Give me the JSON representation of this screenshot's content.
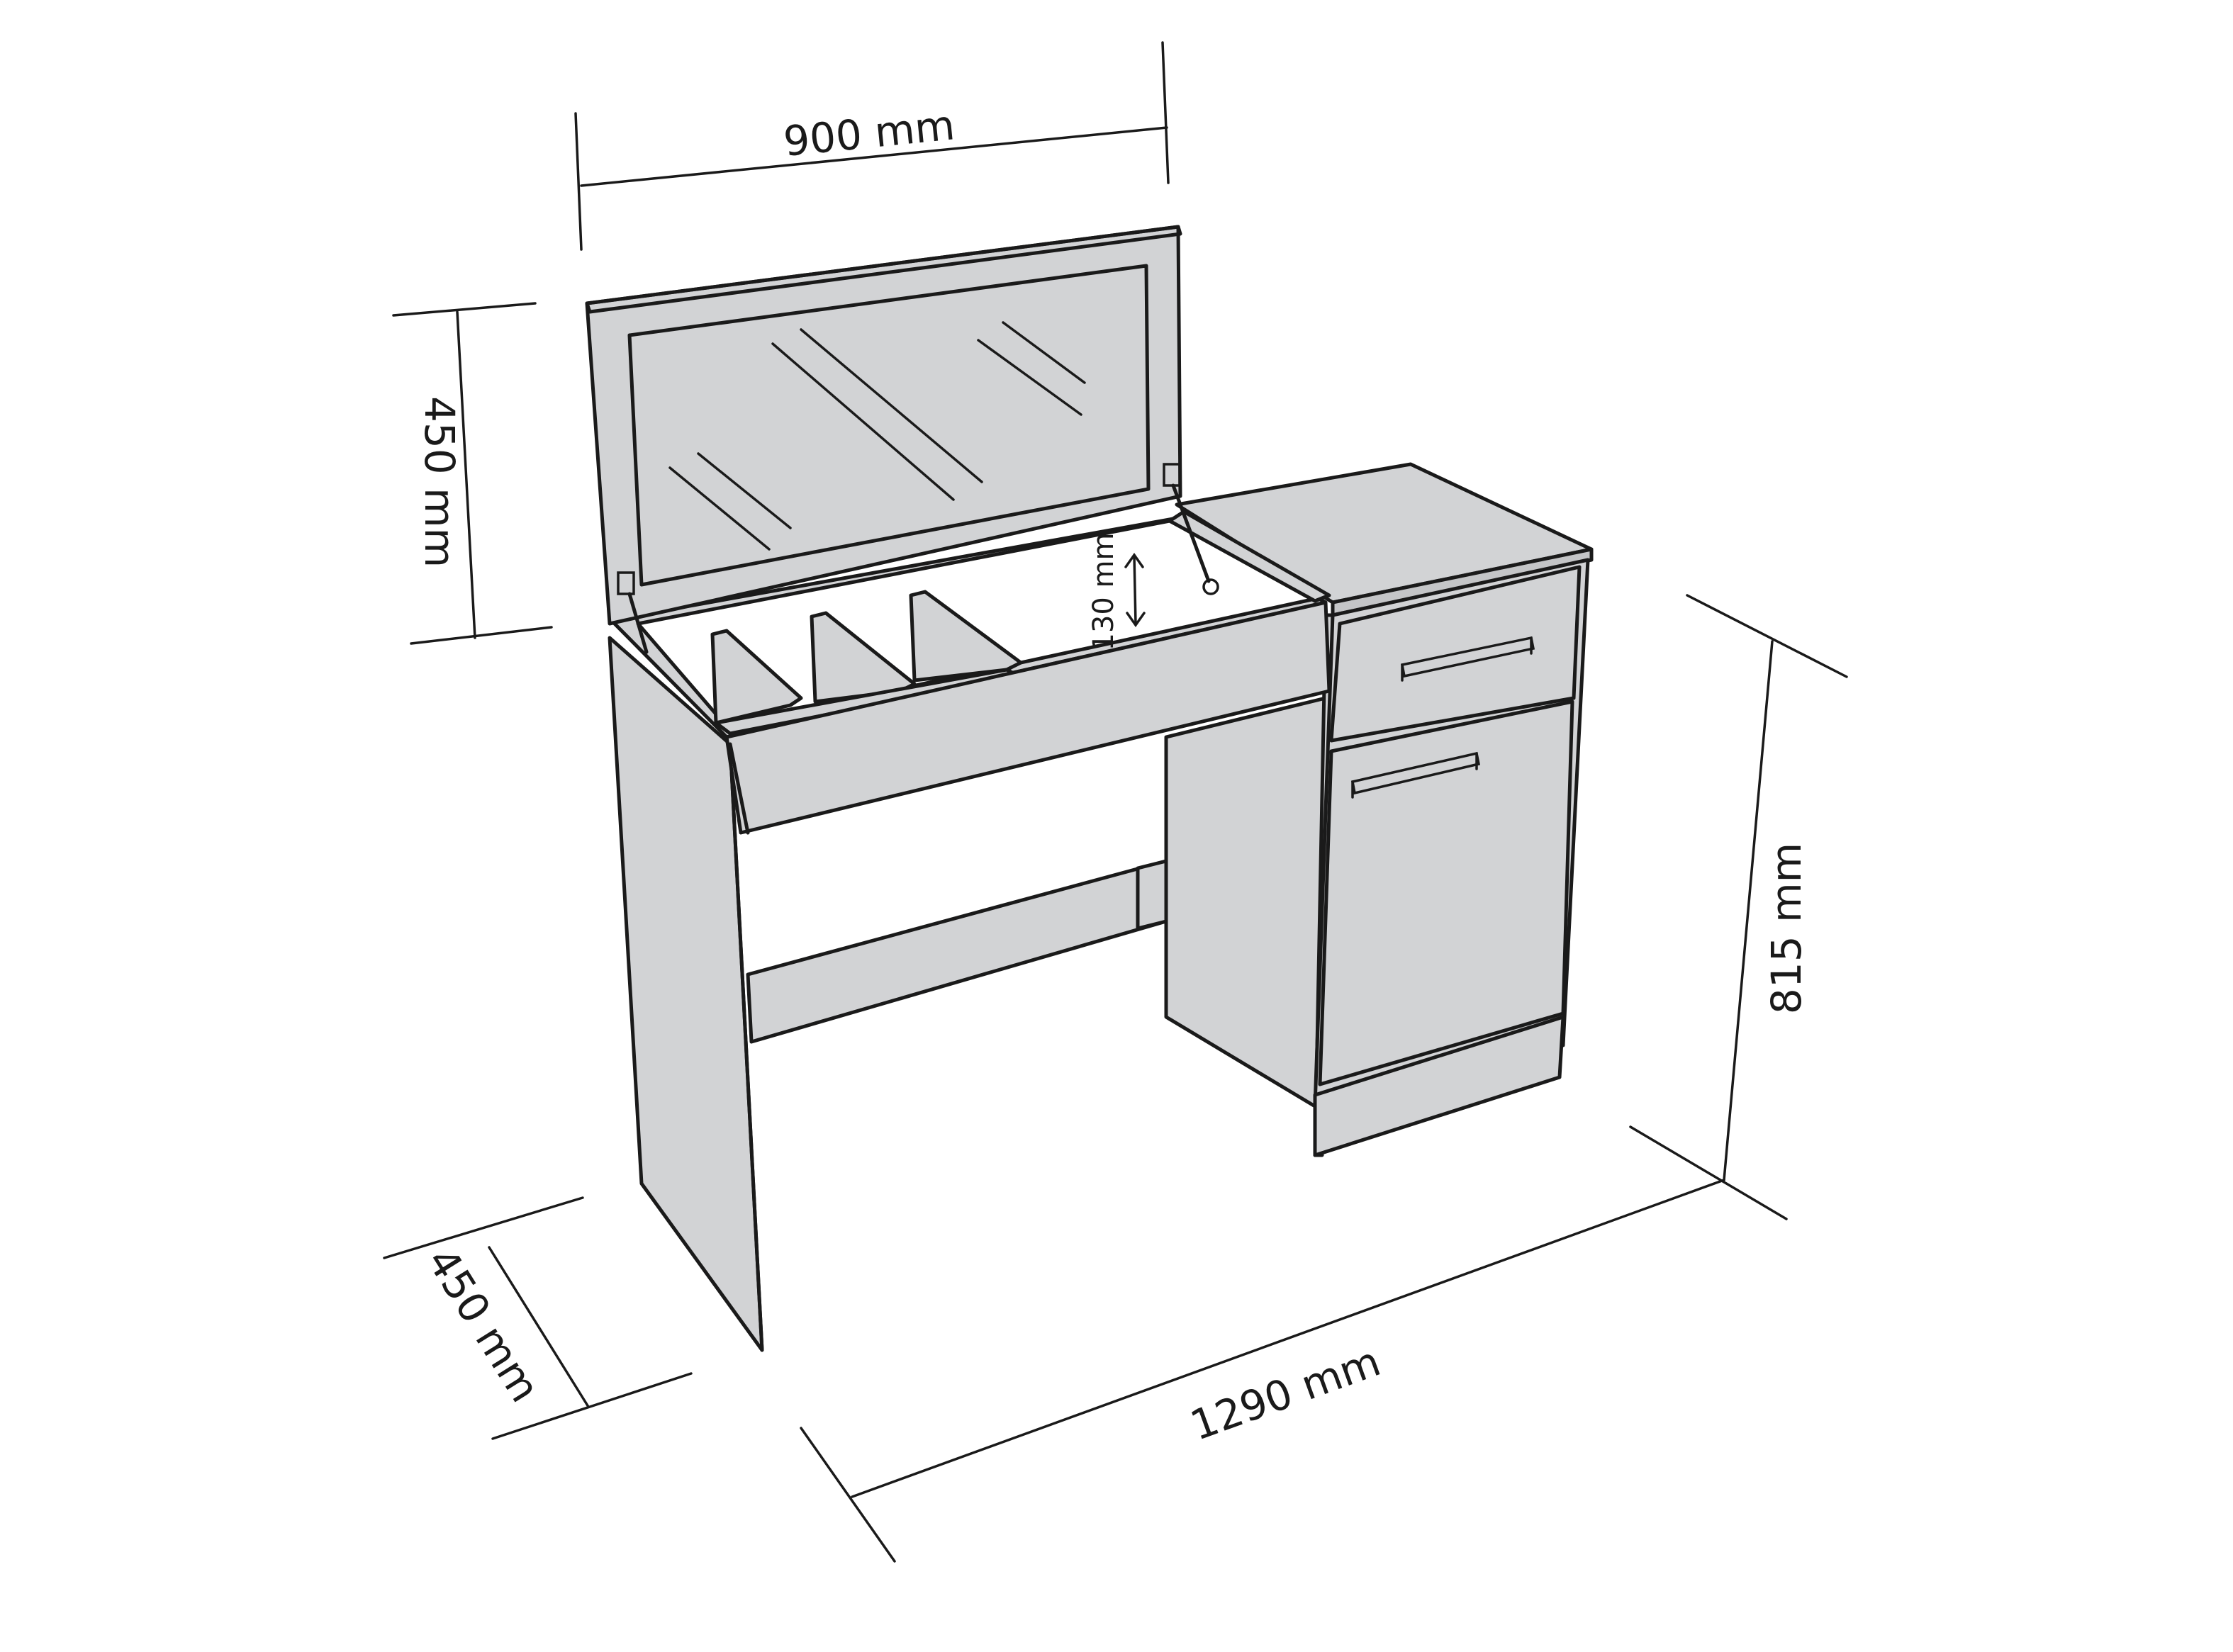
{
  "figure": {
    "colors": {
      "panel": "#d2d3d5",
      "panel_dark": "#c4c5c7",
      "line": "#1a1a1a",
      "background": "#ffffff"
    },
    "dimensions": {
      "mirror_width": "900 mm",
      "mirror_height": "450 mm",
      "compartment_depth": "130 mm",
      "total_height": "815 mm",
      "total_width": "1290 mm",
      "depth": "450 mm"
    },
    "icons": [
      "double-arrow-icon",
      "drawer-handle-icon",
      "door-handle-icon",
      "gas-strut-icon"
    ]
  }
}
